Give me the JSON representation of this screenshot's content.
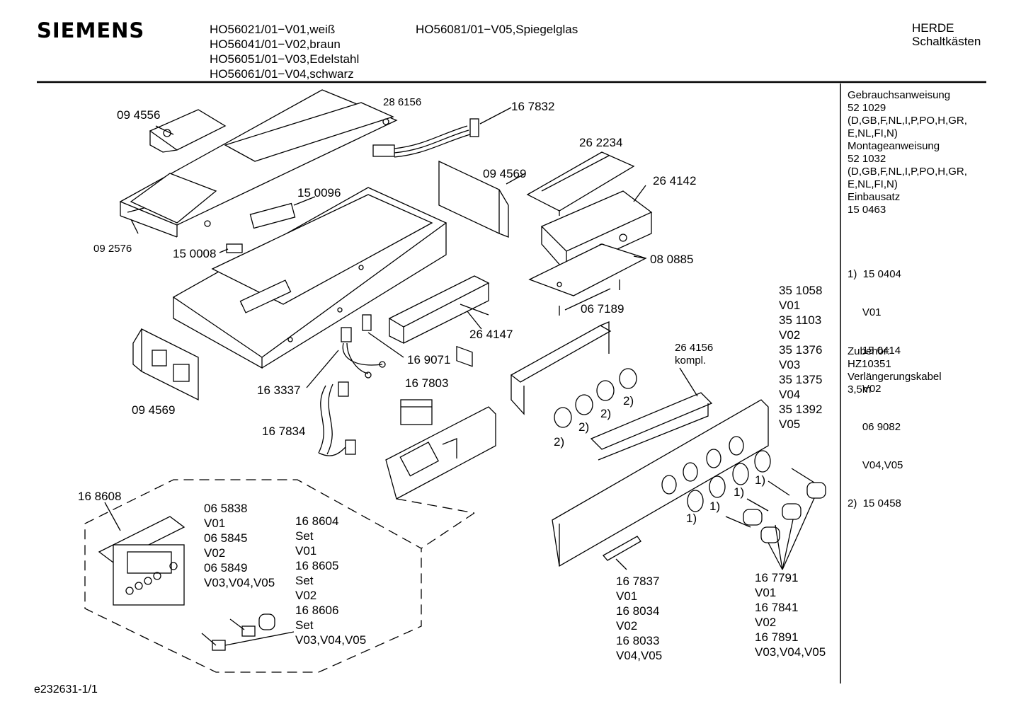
{
  "header": {
    "brand": "SIEMENS",
    "models_col1": [
      "HO56021/01−V01,weiß",
      "HO56041/01−V02,braun",
      "HO56051/01−V03,Edelstahl",
      "HO56061/01−V04,schwarz"
    ],
    "models_col2": [
      "HO56081/01−V05,Spiegelglas"
    ],
    "category": [
      "HERDE",
      "Schaltkästen"
    ]
  },
  "side_panel": {
    "block1": [
      "Gebrauchsanweisung",
      "52 1029",
      "(D,GB,F,NL,I,P,PO,H,GR,",
      "E,NL,FI,N)",
      "Montageanweisung",
      "52 1032",
      "(D,GB,F,NL,I,P,PO,H,GR,",
      "E,NL,FI,N)",
      "Einbausatz",
      "15 0463"
    ],
    "block2": [
      "1)  15 0404",
      "     V01",
      "     15 0414",
      "     V02",
      "     06 9082",
      "     V04,V05",
      "2)  15 0458"
    ],
    "block3": [
      "Zubehör:",
      "HZ10351",
      "Verlängerungskabel",
      "3,5m"
    ]
  },
  "labels": {
    "p094556": "09 4556",
    "p286156": "28 6156",
    "p167832": "16 7832",
    "p262234": "26 2234",
    "p094569a": "09 4569",
    "p264142": "26 4142",
    "p150096": "15 0096",
    "p092576": "09 2576",
    "p150008": "15 0008",
    "p080885": "08 0885",
    "p067189": "06 7189",
    "p264147": "26 4147",
    "p169071": "16 9071",
    "p163337": "16 3337",
    "p167803": "16 7803",
    "p094569b": "09 4569",
    "p167834": "16 7834",
    "p264156": [
      "26 4156",
      "kompl."
    ],
    "variants_right": [
      "35 1058",
      "V01",
      "35 1103",
      "V02",
      "35 1376",
      "V03",
      "35 1375",
      "V04",
      "35 1392",
      "V05"
    ],
    "fn2": "2)",
    "fn1": "1)",
    "p168608": "16 8608",
    "knob_variants": [
      "06 5838",
      "V01",
      "06 5845",
      "V02",
      "06 5849",
      "V03,V04,V05"
    ],
    "set_variants": [
      "16 8604",
      "Set",
      "V01",
      "16 8605",
      "Set",
      "V02",
      "16 8606",
      "Set",
      "V03,V04,V05"
    ],
    "handle_variants": [
      "16 7837",
      "V01",
      "16 8034",
      "V02",
      "16 8033",
      "V04,V05"
    ],
    "knobs_variants": [
      "16 7791",
      "V01",
      "16 7841",
      "V02",
      "16 7891",
      "V03,V04,V05"
    ]
  },
  "footer": {
    "doc_id": "e232631-1/1"
  }
}
